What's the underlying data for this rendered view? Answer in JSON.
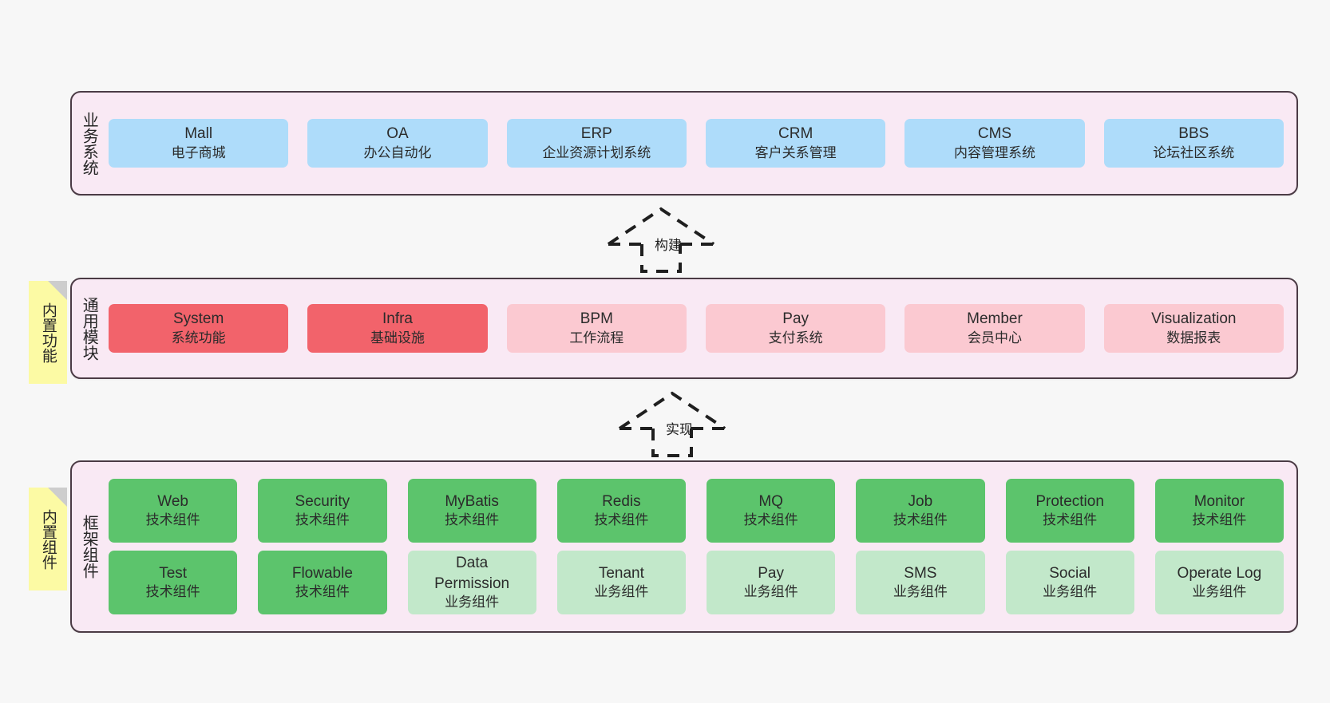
{
  "diagram": {
    "background_color": "#f7f7f7",
    "panel_color": "#f9e9f4",
    "panel_border_color": "#4b3b45",
    "note_color": "#fcfaa4",
    "note_fold_color": "#cdcdcd"
  },
  "layers": [
    {
      "id": "business-system",
      "title": "业务系统",
      "note": null,
      "rows": [
        {
          "cells": [
            {
              "name": "Mall",
              "desc": "电子商城",
              "color": "#aedcfa",
              "style": "c-blue"
            },
            {
              "name": "OA",
              "desc": "办公自动化",
              "color": "#aedcfa",
              "style": "c-blue"
            },
            {
              "name": "ERP",
              "desc": "企业资源计划系统",
              "color": "#aedcfa",
              "style": "c-blue"
            },
            {
              "name": "CRM",
              "desc": "客户关系管理",
              "color": "#aedcfa",
              "style": "c-blue"
            },
            {
              "name": "CMS",
              "desc": "内容管理系统",
              "color": "#aedcfa",
              "style": "c-blue"
            },
            {
              "name": "BBS",
              "desc": "论坛社区系统",
              "color": "#aedcfa",
              "style": "c-blue"
            }
          ]
        }
      ]
    },
    {
      "id": "common-modules",
      "title": "通用模块",
      "note": "内置功能",
      "rows": [
        {
          "cells": [
            {
              "name": "System",
              "desc": "系统功能",
              "color": "#f2636b",
              "style": "c-red"
            },
            {
              "name": "Infra",
              "desc": "基础设施",
              "color": "#f2636b",
              "style": "c-red"
            },
            {
              "name": "BPM",
              "desc": "工作流程",
              "color": "#fbc9d1",
              "style": "c-pink"
            },
            {
              "name": "Pay",
              "desc": "支付系统",
              "color": "#fbc9d1",
              "style": "c-pink"
            },
            {
              "name": "Member",
              "desc": "会员中心",
              "color": "#fbc9d1",
              "style": "c-pink"
            },
            {
              "name": "Visualization",
              "desc": "数据报表",
              "color": "#fbc9d1",
              "style": "c-pink"
            }
          ]
        }
      ]
    },
    {
      "id": "framework-components",
      "title": "框架组件",
      "note": "内置组件",
      "rows": [
        {
          "cells": [
            {
              "name": "Web",
              "desc": "技术组件",
              "color": "#5cc46c",
              "style": "c-green"
            },
            {
              "name": "Security",
              "desc": "技术组件",
              "color": "#5cc46c",
              "style": "c-green"
            },
            {
              "name": "MyBatis",
              "desc": "技术组件",
              "color": "#5cc46c",
              "style": "c-green"
            },
            {
              "name": "Redis",
              "desc": "技术组件",
              "color": "#5cc46c",
              "style": "c-green"
            },
            {
              "name": "MQ",
              "desc": "技术组件",
              "color": "#5cc46c",
              "style": "c-green"
            },
            {
              "name": "Job",
              "desc": "技术组件",
              "color": "#5cc46c",
              "style": "c-green"
            },
            {
              "name": "Protection",
              "desc": "技术组件",
              "color": "#5cc46c",
              "style": "c-green"
            },
            {
              "name": "Monitor",
              "desc": "技术组件",
              "color": "#5cc46c",
              "style": "c-green"
            }
          ]
        },
        {
          "cells": [
            {
              "name": "Test",
              "desc": "技术组件",
              "color": "#5cc46c",
              "style": "c-green"
            },
            {
              "name": "Flowable",
              "desc": "技术组件",
              "color": "#5cc46c",
              "style": "c-green"
            },
            {
              "name": "Data Permission",
              "desc": "业务组件",
              "color": "#c2e8ca",
              "style": "c-lgreen",
              "wrap": true
            },
            {
              "name": "Tenant",
              "desc": "业务组件",
              "color": "#c2e8ca",
              "style": "c-lgreen"
            },
            {
              "name": "Pay",
              "desc": "业务组件",
              "color": "#c2e8ca",
              "style": "c-lgreen"
            },
            {
              "name": "SMS",
              "desc": "业务组件",
              "color": "#c2e8ca",
              "style": "c-lgreen"
            },
            {
              "name": "Social",
              "desc": "业务组件",
              "color": "#c2e8ca",
              "style": "c-lgreen"
            },
            {
              "name": "Operate Log",
              "desc": "业务组件",
              "color": "#c2e8ca",
              "style": "c-lgreen"
            }
          ]
        }
      ]
    }
  ],
  "connectors": [
    {
      "id": "build",
      "label": "构建",
      "from": "common-modules",
      "to": "business-system"
    },
    {
      "id": "implement",
      "label": "实现",
      "from": "framework-components",
      "to": "common-modules"
    }
  ]
}
